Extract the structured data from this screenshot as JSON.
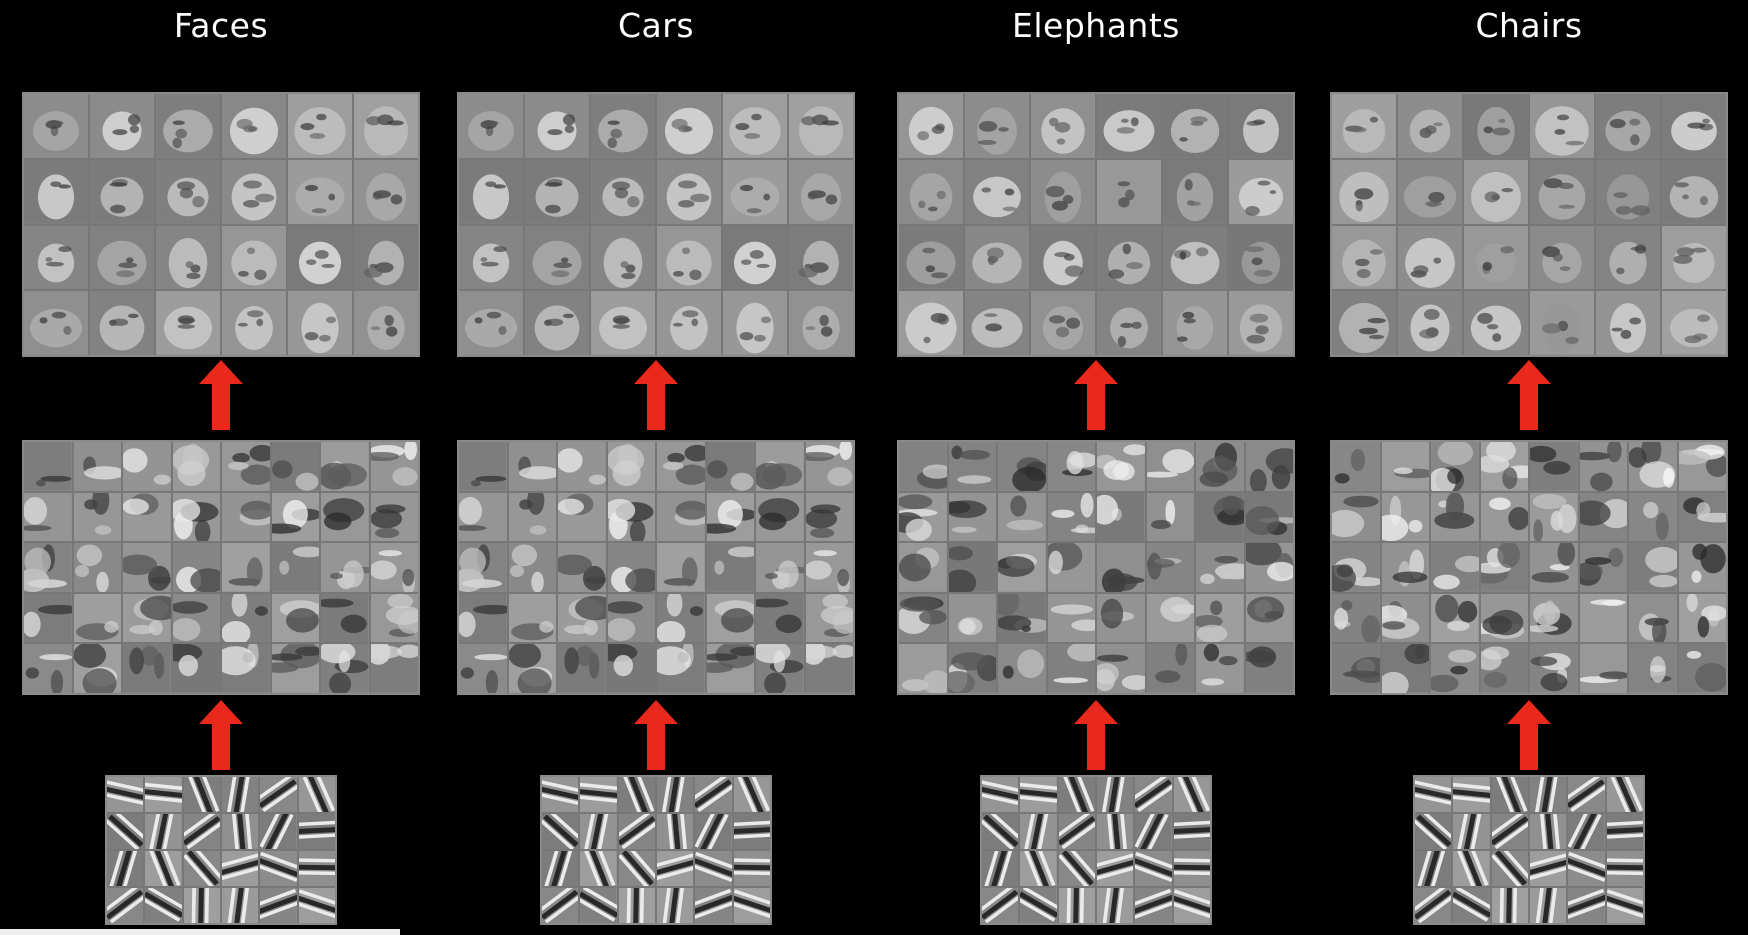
{
  "columns": [
    {
      "title": "Faces"
    },
    {
      "title": "Cars"
    },
    {
      "title": "Elephants"
    },
    {
      "title": "Chairs"
    }
  ],
  "colors": {
    "background": "#000000",
    "arrow": "#e8291c",
    "grid_border": "#8a8a8a"
  }
}
